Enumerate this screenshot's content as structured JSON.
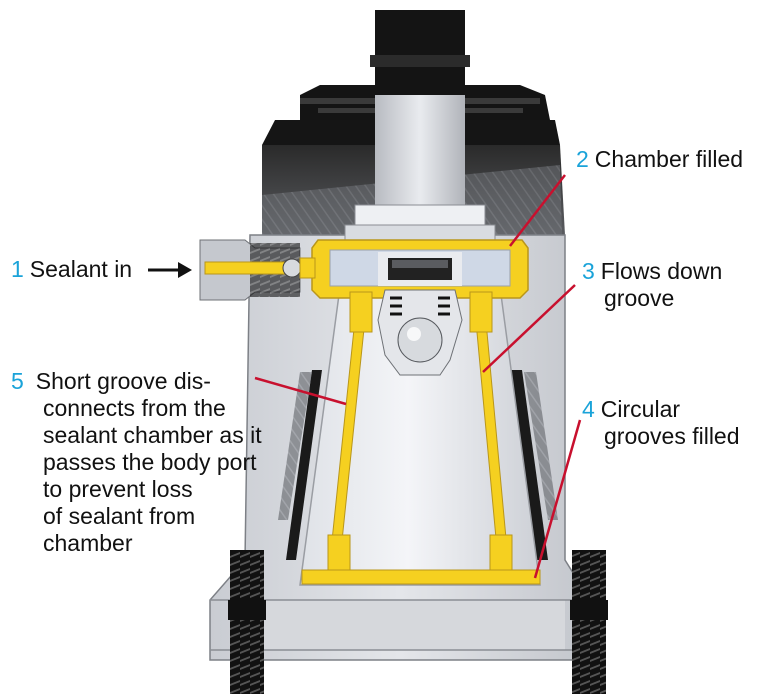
{
  "colors": {
    "number": "#1aa3d9",
    "leader_line": "#c8102e",
    "sealant": "#f5d020",
    "metal_light": "#e6e8ec",
    "metal_mid": "#b9bcc2",
    "metal_dark": "#8a8d93",
    "black_part": "#111111"
  },
  "callouts": [
    {
      "number": "1",
      "lines": [
        "Sealant in"
      ]
    },
    {
      "number": "2",
      "lines": [
        "Chamber filled"
      ]
    },
    {
      "number": "3",
      "lines": [
        "Flows down",
        "groove"
      ]
    },
    {
      "number": "4",
      "lines": [
        "Circular",
        "grooves filled"
      ]
    },
    {
      "number": "5",
      "lines": [
        "Short groove dis-",
        "connects from the",
        "sealant chamber as it",
        "passes the body port",
        "to prevent loss",
        "of sealant from",
        "chamber"
      ]
    }
  ],
  "icons": [
    "arrow-right-icon"
  ]
}
